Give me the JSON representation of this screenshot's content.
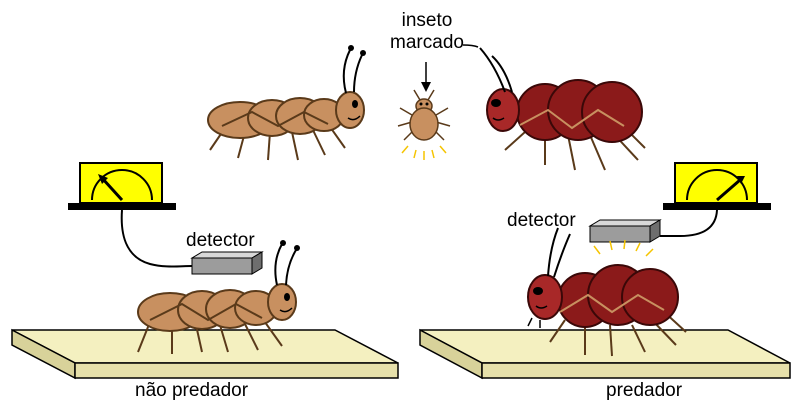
{
  "labels": {
    "marked_insect": [
      "inseto",
      "marcado"
    ],
    "detector_left": "detector",
    "detector_right": "detector",
    "non_predator": "não predador",
    "predator": "predador"
  },
  "colors": {
    "herbivore_body": "#c89060",
    "herbivore_outline": "#5a3a1a",
    "predator_body": "#8b1a1a",
    "predator_outline": "#3a0808",
    "meter_face": "#ffff00",
    "platform_top": "#f4f0c0",
    "platform_side": "#d8d29a",
    "glow": "#f5c400"
  }
}
